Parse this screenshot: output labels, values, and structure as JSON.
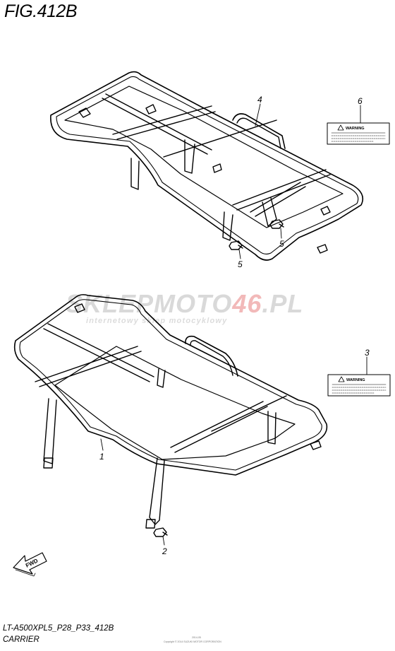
{
  "figure": {
    "title": "FIG.412B",
    "model_code": "LT-A500XPL5_P28_P33_412B",
    "group_name": "CARRIER"
  },
  "callouts": [
    {
      "id": "1"
    },
    {
      "id": "2"
    },
    {
      "id": "3"
    },
    {
      "id": "4"
    },
    {
      "id": "5"
    },
    {
      "id": "5"
    },
    {
      "id": "6"
    }
  ],
  "warning_labels": [
    {
      "heading": "WARNING"
    },
    {
      "heading": "WARNING"
    }
  ],
  "forward_arrow": {
    "text": "FWD"
  },
  "watermark": {
    "brand_part1": "SKLEP",
    "brand_part2": "MOTO",
    "brand_part3": "46",
    "brand_part4": ".PL",
    "tagline": "internetowy sklep motocyklowy"
  },
  "copyright": {
    "top": "2014-05",
    "text": "Copyright © 2014 SUZUKI MOTOR CORPORATION"
  }
}
